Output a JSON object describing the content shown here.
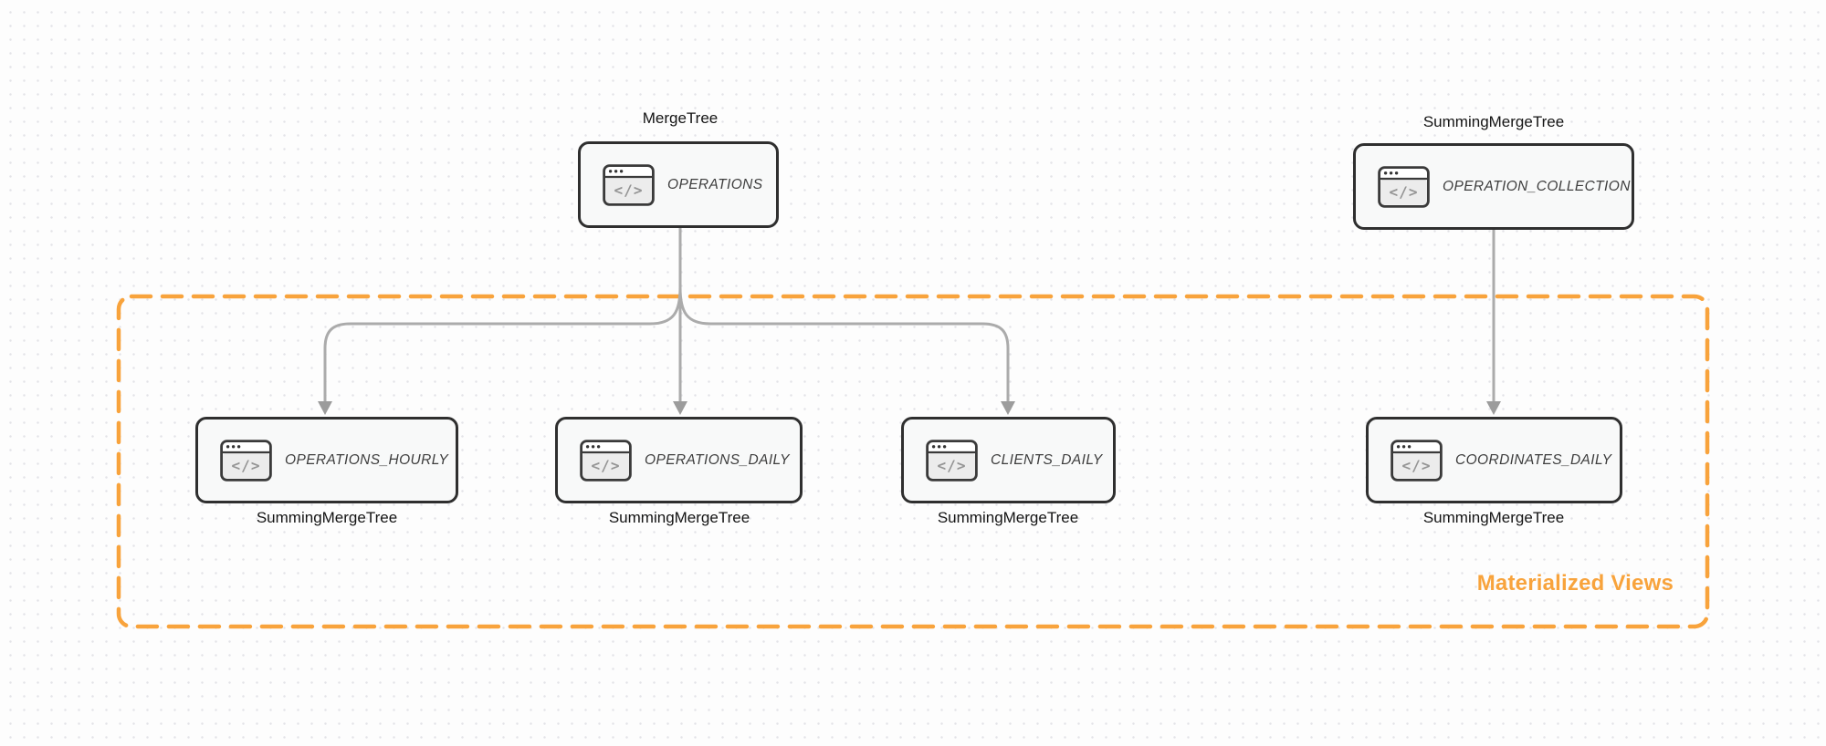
{
  "canvas": {
    "background": "#fdfdfd",
    "dot_color": "#e3e3e7"
  },
  "colors": {
    "accent_orange": "#f8a33c",
    "node_border": "#2f2f2f",
    "node_fill": "#f8f9f9",
    "node_title_text": "#3d3d3d",
    "engine_label_text": "#141414",
    "arrow_line": "#ababab",
    "arrow_head": "#9c9c9c"
  },
  "group": {
    "label": "Materialized Views"
  },
  "icons": {
    "name": "code-window-icon",
    "glyph": "</>"
  },
  "nodes": [
    {
      "id": "operations",
      "title": "OPERATIONS",
      "engine": "MergeTree",
      "engine_label_position": "top"
    },
    {
      "id": "operation-collection",
      "title": "OPERATION_COLLECTION",
      "engine": "SummingMergeTree",
      "engine_label_position": "top"
    },
    {
      "id": "operations-hourly",
      "title": "OPERATIONS_HOURLY",
      "engine": "SummingMergeTree",
      "engine_label_position": "bottom"
    },
    {
      "id": "operations-daily",
      "title": "OPERATIONS_DAILY",
      "engine": "SummingMergeTree",
      "engine_label_position": "bottom"
    },
    {
      "id": "clients-daily",
      "title": "CLIENTS_DAILY",
      "engine": "SummingMergeTree",
      "engine_label_position": "bottom"
    },
    {
      "id": "coordinates-daily",
      "title": "COORDINATES_DAILY",
      "engine": "SummingMergeTree",
      "engine_label_position": "bottom"
    }
  ],
  "edges": [
    {
      "from": "operations",
      "to": "operations-hourly"
    },
    {
      "from": "operations",
      "to": "operations-daily"
    },
    {
      "from": "operations",
      "to": "clients-daily"
    },
    {
      "from": "operation-collection",
      "to": "coordinates-daily"
    }
  ]
}
